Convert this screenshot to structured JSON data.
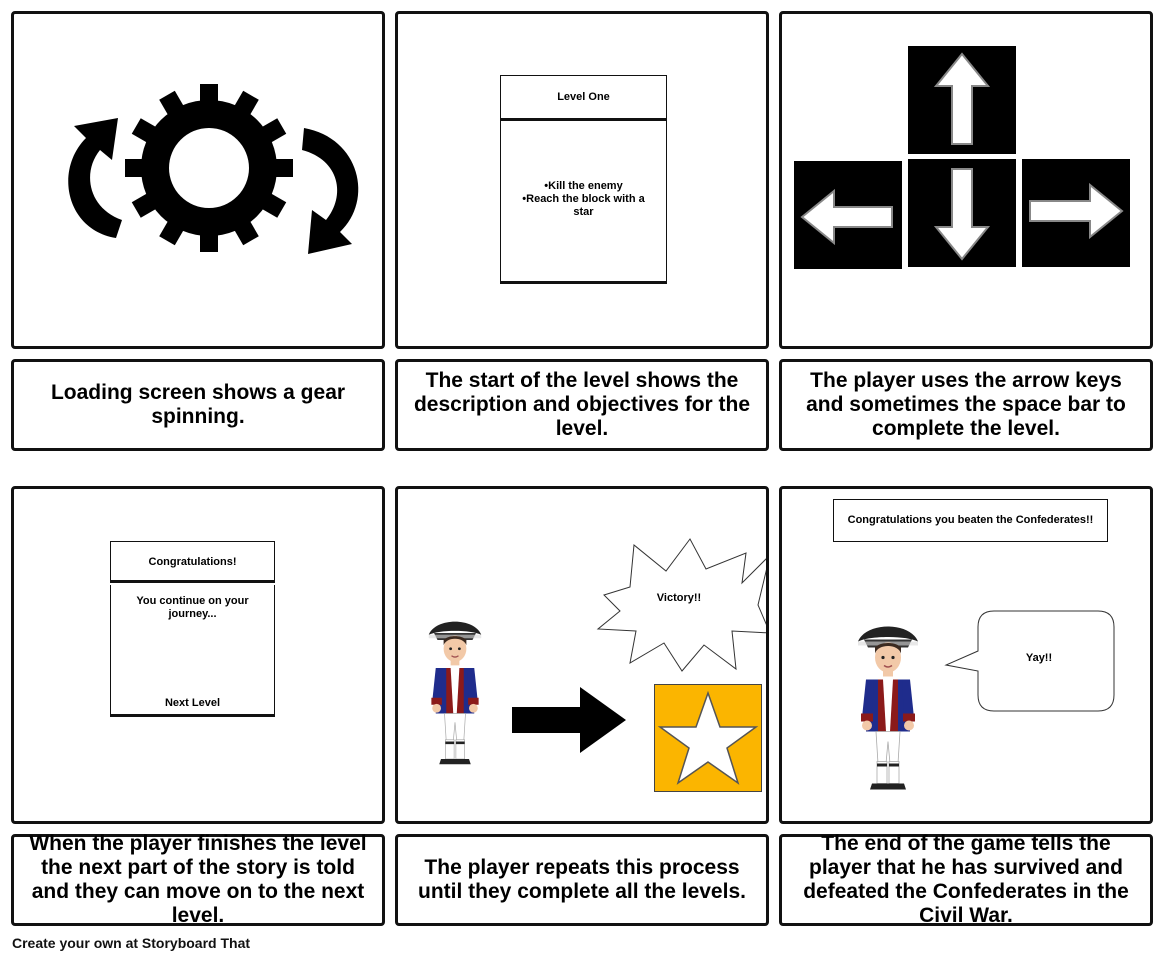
{
  "panels": [
    {
      "caption": "Loading screen shows a gear spinning."
    },
    {
      "card_title": "Level One",
      "objectives": [
        "•Kill the enemy",
        "•Reach the block with a star"
      ],
      "caption": "The start of the level shows the description and objectives for the level."
    },
    {
      "caption": "The player uses the arrow keys and sometimes the space bar to complete the level."
    },
    {
      "card_title": "Congratulations!",
      "card_body": "You continue on your journey...",
      "card_footer": "Next Level",
      "caption": "When the player finishes the level the next part of the story is told and they can move on to the next level."
    },
    {
      "bubble": "Victory!!",
      "caption": "The player repeats this process until they complete all the levels."
    },
    {
      "banner": "Congratulations you beaten the Confederates!!",
      "bubble": "Yay!!",
      "caption": "The end of the game tells the player that he has survived and defeated the Confederates in the Civil War."
    }
  ],
  "footer": "Create your own at Storyboard That",
  "colors": {
    "star_bg": "#fbb500",
    "uniform_blue": "#1f2c8c",
    "uniform_red": "#8b1a1a"
  },
  "icons": [
    "gear-icon",
    "rotate-arrow-left-icon",
    "rotate-arrow-right-icon",
    "arrow-up-icon",
    "arrow-down-icon",
    "arrow-left-icon",
    "arrow-right-icon",
    "right-arrow-icon",
    "star-icon",
    "soldier-icon"
  ]
}
